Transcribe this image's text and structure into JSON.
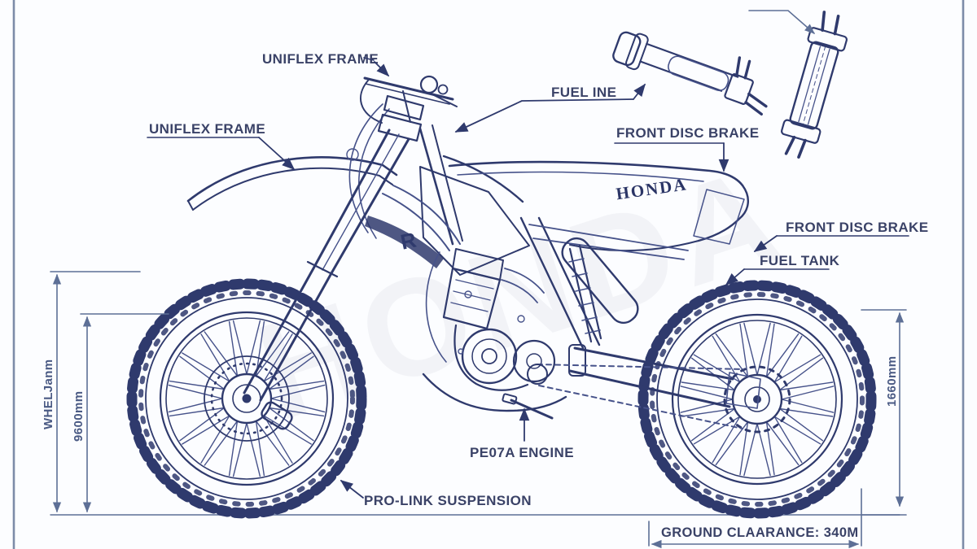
{
  "page": {
    "bg": "#fcfdff",
    "border_color": "#7d8ca8",
    "ink_color": "#2f3a6d",
    "dimension_color": "#5d6f96",
    "label_color": "#3a4267"
  },
  "watermark": "HONDA",
  "bike": {
    "logo": "HONDA",
    "decal_letter": "R"
  },
  "callouts": {
    "uniflex_top": "UNIFLEX FRAME",
    "uniflex_left": "UNIFLEX FRAME",
    "fuel_line": "FUEL INE",
    "front_disc_a": "FRONT DISC BRAKE",
    "front_disc_b": "FRONT DISC BRAKE",
    "fuel_tank": "FUEL TANK",
    "engine": "PE07A ENGINE",
    "pro_link": "PRO-LINK SUSPENSION",
    "ground": "GROUND CLAARANCE: 340M"
  },
  "dimensions": {
    "left_outer": "WHELJanm",
    "left_inner": "9600mm",
    "right": "1660mm"
  }
}
